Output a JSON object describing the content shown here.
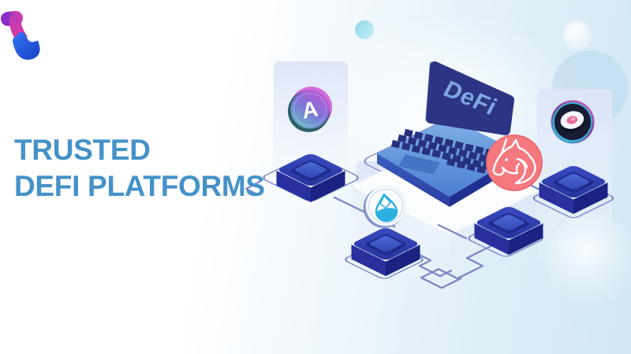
{
  "brand": {
    "logo_icon": "t-mark-logo"
  },
  "hero": {
    "title_line1": "TRUSTED",
    "title_line2": "DEFI PLATFORMS",
    "title_color": "#4592c8"
  },
  "illustration": {
    "laptop": {
      "screen_text": "DeFi",
      "screen_color": "#2c3483",
      "screen_text_color": "#7ea6e2",
      "body_color": "#5d8fd6"
    },
    "coins": [
      {
        "icon": "aave-coin-icon",
        "glyph": "A",
        "colors": [
          "#5ecdc4",
          "#c753d6"
        ]
      },
      {
        "icon": "lido-coin-icon",
        "colors": [
          "#2cb0e2",
          "#ffffff"
        ]
      },
      {
        "icon": "sushiswap-coin-icon",
        "colors": [
          "#35cbe8",
          "#ef6b9a",
          "#171c34"
        ]
      },
      {
        "icon": "uniswap-coin-icon",
        "colors": [
          "#f5797f",
          "#ffffff"
        ]
      }
    ],
    "platform_cube_color": "#2a38a4",
    "trace_color": "#7d85c4",
    "panel_color": "#dde5f9"
  }
}
